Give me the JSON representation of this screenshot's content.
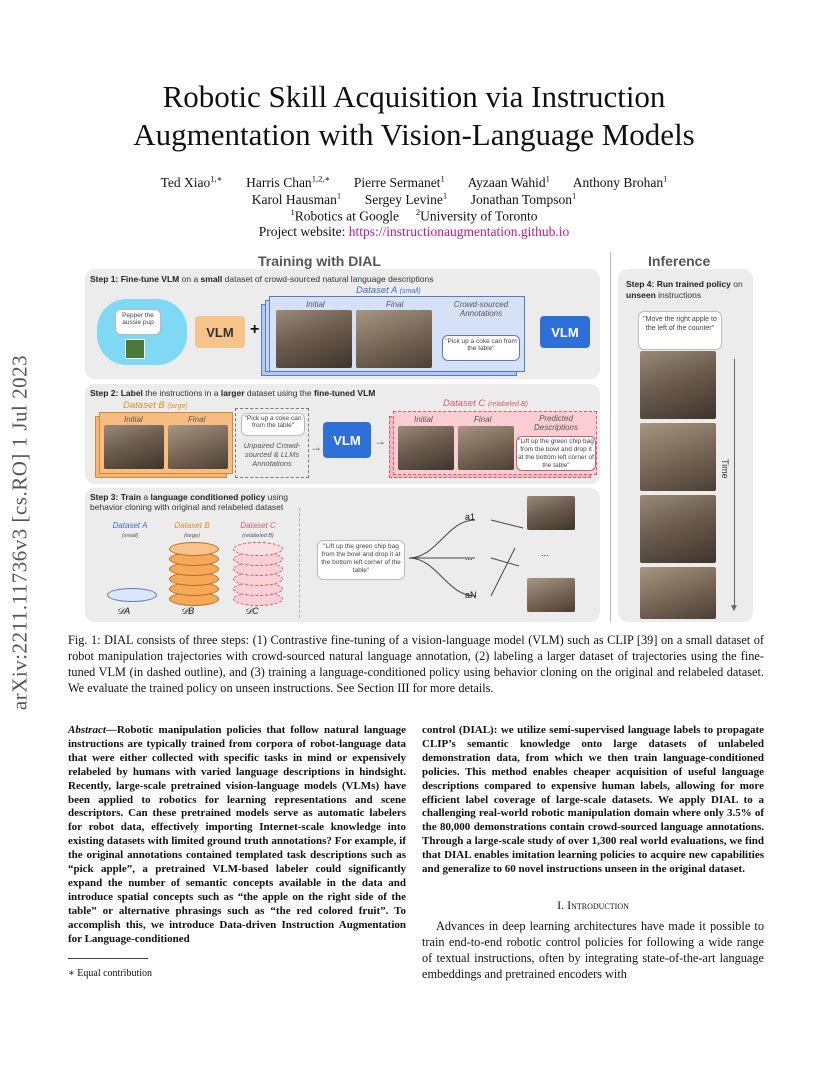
{
  "side_id": "arXiv:2211.11736v3  [cs.RO]  1 Jul 2023",
  "title": {
    "line1": "Robotic Skill Acquisition via Instruction",
    "line2": "Augmentation with Vision-Language Models"
  },
  "authors": {
    "row1": [
      {
        "name": "Ted Xiao",
        "sup": "1,∗"
      },
      {
        "name": "Harris Chan",
        "sup": "1,2,∗"
      },
      {
        "name": "Pierre Sermanet",
        "sup": "1"
      },
      {
        "name": "Ayzaan Wahid",
        "sup": "1"
      },
      {
        "name": "Anthony Brohan",
        "sup": "1"
      }
    ],
    "row2": [
      {
        "name": "Karol Hausman",
        "sup": "1"
      },
      {
        "name": "Sergey Levine",
        "sup": "1"
      },
      {
        "name": "Jonathan Tompson",
        "sup": "1"
      }
    ],
    "aff1_sup": "1",
    "aff1": "Robotics at Google",
    "aff2_sup": "2",
    "aff2": "University of Toronto",
    "website_label": "Project website: ",
    "website_url": "https://instructionaugmentation.github.io"
  },
  "figure": {
    "training_header": "Training with DIAL",
    "inference_header": "Inference",
    "step1": {
      "prefix": "Step 1: ",
      "bold1": "Fine-tune VLM",
      "mid": " on a ",
      "bold2": "small",
      "rest": " dataset of crowd-sourced natural language descriptions"
    },
    "dataset_a": "Dataset A",
    "dataset_a_size": "(small)",
    "initial": "Initial",
    "final": "Final",
    "crowd_annotations": "Crowd-sourced Annotations",
    "bubble_pepper": "Pepper the aussie pup",
    "bubble_coke": "\"Pick up a coke can from the table\"",
    "vlm": "VLM",
    "plus": "+",
    "step2": {
      "prefix": "Step 2: ",
      "bold1": "Label",
      "mid": " the instructions in a ",
      "bold2": "larger",
      "mid2": " dataset using the ",
      "bold3": "fine-tuned VLM"
    },
    "dataset_b": "Dataset B",
    "dataset_b_size": "(large)",
    "dataset_c": "Dataset C",
    "dataset_c_size": "(relabeled B)",
    "unpaired_bubble": "\"Pick up a coke can from the table\"",
    "unpaired_label": "Unpaired Crowd-sourced & LLMs Annotations",
    "predicted": "Predicted Descriptions",
    "predicted_bubble": "\"Lift up the green chip bag from the bowl and drop it at the bottom left corner of the table\"",
    "step3": {
      "prefix": "Step 3: ",
      "bold1": "Train",
      "mid": " a ",
      "bold2": "language conditioned policy",
      "rest": " using behavior cloning with original and relabeled dataset"
    },
    "ds_a_small": "(small)",
    "ds_b_large": "(large)",
    "ds_c_relabeled": "(relabeled B)",
    "d_a": "𝒟A",
    "d_b": "𝒟B",
    "d_c": "𝒟C",
    "policy_bubble": "\"Lift up the green chip bag from the bowl and drop it at the bottom left corner of the table\"",
    "a1": "a1",
    "aN": "aN",
    "dots": "...",
    "step4": {
      "prefix": "Step 4: ",
      "bold1": "Run trained policy",
      "mid": " on ",
      "bold2": "unseen",
      "rest": " instructions"
    },
    "inference_bubble": "\"Move the right apple to the left of the counter\"",
    "time": "Time"
  },
  "caption": "Fig. 1: DIAL consists of three steps: (1) Contrastive fine-tuning of a vision-language model (VLM) such as CLIP [39] on a small dataset of robot manipulation trajectories with crowd-sourced natural language annotation, (2) labeling a larger dataset of trajectories using the fine-tuned VLM (in dashed outline), and (3) training a language-conditioned policy using behavior cloning on the original and relabeled dataset. We evaluate the trained policy on unseen instructions. See Section III for more details.",
  "abstract_label": "Abstract",
  "abstract_left": "—Robotic manipulation policies that follow natural language instructions are typically trained from corpora of robot-language data that were either collected with specific tasks in mind or expensively relabeled by humans with varied language descriptions in hindsight. Recently, large-scale pretrained vision-language models (VLMs) have been applied to robotics for learning representations and scene descriptors. Can these pretrained models serve as automatic labelers for robot data, effectively importing Internet-scale knowledge into existing datasets with limited ground truth annotations? For example, if the original annotations contained templated task descriptions such as “pick apple”, a pretrained VLM-based labeler could significantly expand the number of semantic concepts available in the data and introduce spatial concepts such as “the apple on the right side of the table” or alternative phrasings such as “the red colored fruit”. To accomplish this, we introduce Data-driven Instruction Augmentation for Language-conditioned",
  "abstract_right": "control (DIAL): we utilize semi-supervised language labels to propagate CLIP’s semantic knowledge onto large datasets of unlabeled demonstration data, from which we then train language-conditioned policies. This method enables cheaper acquisition of useful language descriptions compared to expensive human labels, allowing for more efficient label coverage of large-scale datasets. We apply DIAL to a challenging real-world robotic manipulation domain where only 3.5% of the 80,000 demonstrations contain crowd-sourced language annotations. Through a large-scale study of over 1,300 real world evaluations, we find that DIAL enables imitation learning policies to acquire new capabilities and generalize to 60 novel instructions unseen in the original dataset.",
  "footnote": "∗ Equal contribution",
  "section_heading": "I. Introduction",
  "intro": "Advances in deep learning architectures have made it possible to train end-to-end robotic control policies for following a wide range of textual instructions, often by integrating state-of-the-art language embeddings and pretrained encoders with"
}
